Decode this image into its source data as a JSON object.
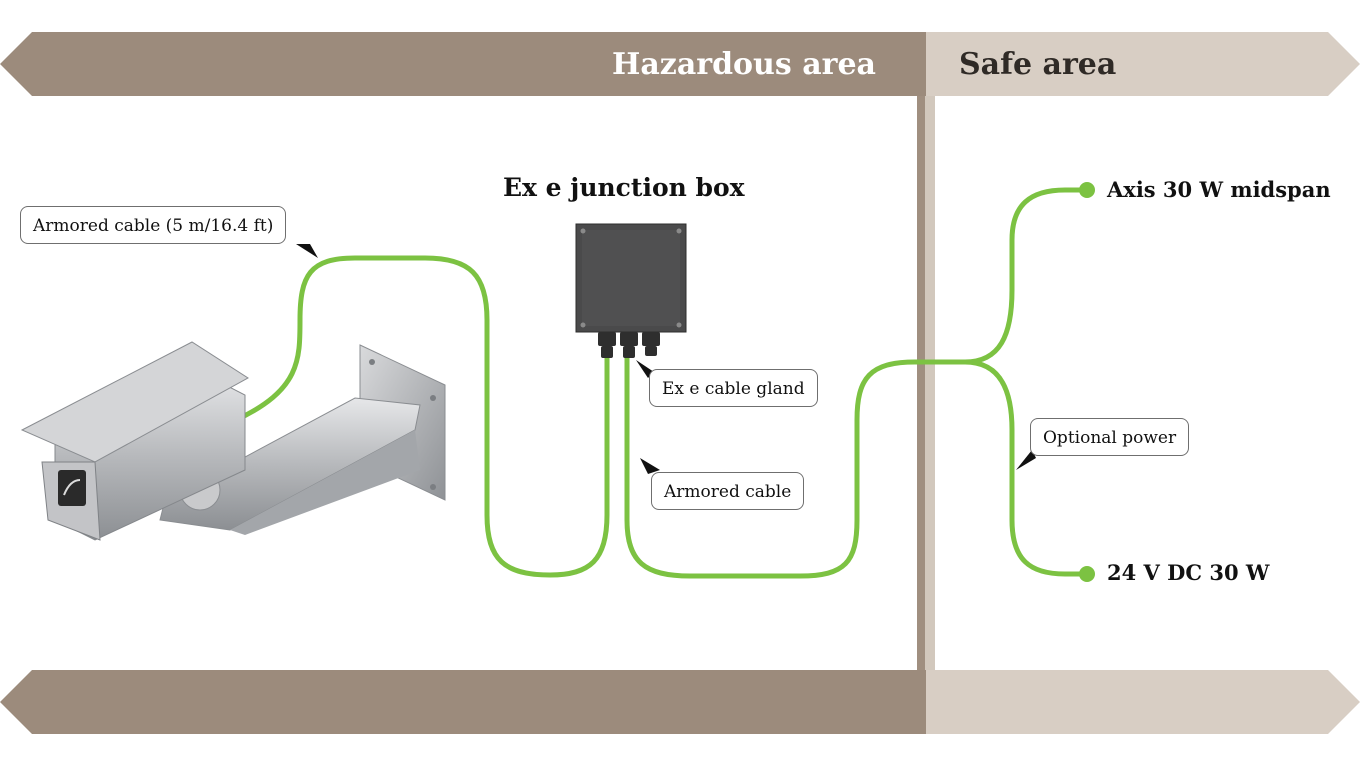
{
  "zones": {
    "hazardous_title": "Hazardous area",
    "safe_title": "Safe area"
  },
  "junction_box": {
    "title": "Ex e junction box"
  },
  "callouts": {
    "armored_cable_long": "Armored cable (5 m/16.4 ft)",
    "cable_gland": "Ex e cable gland",
    "armored_cable": "Armored cable",
    "optional_power": "Optional power"
  },
  "endpoints": {
    "midspan": "Axis 30 W midspan",
    "dc_power": "24 V DC 30 W"
  },
  "colors": {
    "hazardous_band": "#9c8b7c",
    "safe_band": "#d8cec4",
    "divider": "#d2c8bd",
    "cable_green": "#7cc242",
    "hazardous_text": "#ffffff",
    "safe_text": "#2f2a26"
  },
  "icons": [
    "camera-icon",
    "junction-box-icon",
    "cable-gland-icon"
  ]
}
